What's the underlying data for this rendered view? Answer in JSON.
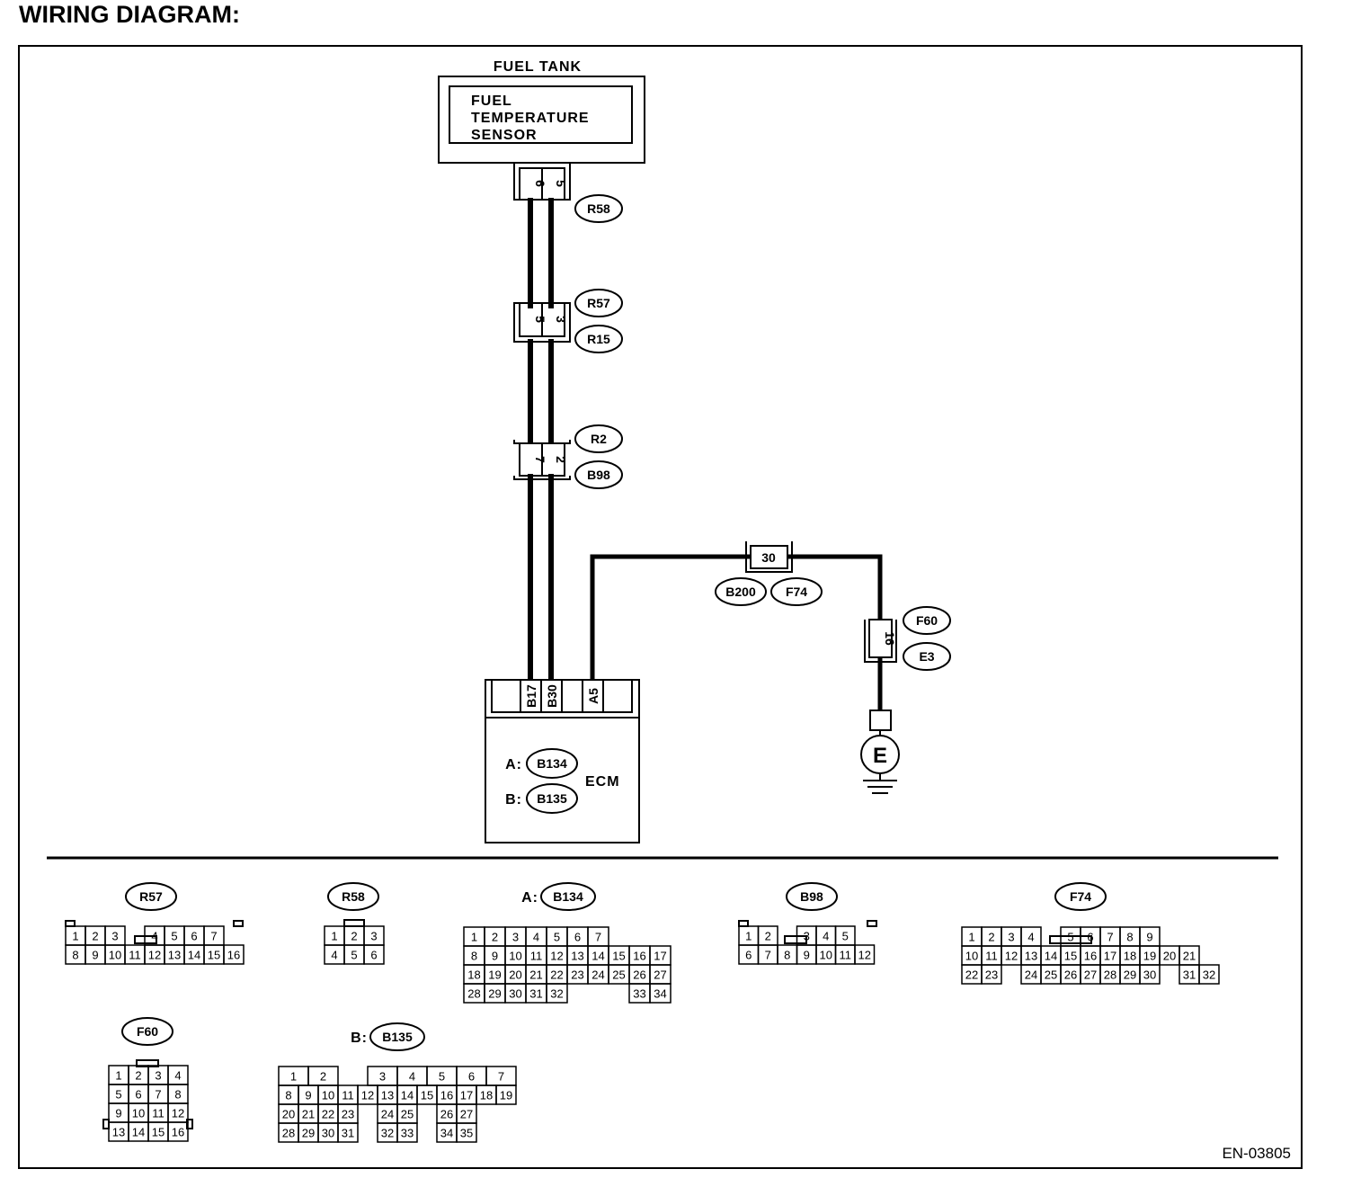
{
  "title": "WIRING DIAGRAM:",
  "figure_code": "EN-03805",
  "colors": {
    "line": "#000000",
    "background": "#ffffff"
  },
  "fuel_tank": {
    "label": "FUEL TANK",
    "sensor_lines": [
      "FUEL",
      "TEMPERATURE",
      "SENSOR"
    ]
  },
  "connectors": [
    {
      "pins": [
        "6",
        "5"
      ],
      "tags": [
        "R58"
      ]
    },
    {
      "pins": [
        "5",
        "3"
      ],
      "tags": [
        "R57",
        "R15"
      ]
    },
    {
      "pins": [
        "7",
        "2"
      ],
      "tags": [
        "R2",
        "B98"
      ]
    },
    {
      "pins": [
        "30"
      ],
      "tags": [
        "B200",
        "F74"
      ]
    },
    {
      "pins": [
        "16"
      ],
      "tags": [
        "F60",
        "E3"
      ]
    }
  ],
  "ecm": {
    "label": "ECM",
    "pins": [
      "B17",
      "B30",
      "A5"
    ],
    "connectors": [
      {
        "prefix": "A:",
        "tag": "B134"
      },
      {
        "prefix": "B:",
        "tag": "B135"
      }
    ]
  },
  "ground": {
    "label": "E"
  },
  "connector_faces": [
    {
      "id": "R57",
      "prefix": "",
      "rows": [
        [
          "1",
          "2",
          "3",
          "",
          "4",
          "5",
          "6",
          "7"
        ],
        [
          "8",
          "9",
          "10",
          "11",
          "12",
          "13",
          "14",
          "15",
          "16"
        ]
      ]
    },
    {
      "id": "R58",
      "prefix": "",
      "rows": [
        [
          "1",
          "2",
          "3"
        ],
        [
          "4",
          "5",
          "6"
        ]
      ]
    },
    {
      "id": "B134",
      "prefix": "A:",
      "rows": [
        [
          "1",
          "2",
          "3",
          "4",
          "5",
          "6",
          "7"
        ],
        [
          "8",
          "9",
          "10",
          "11",
          "12",
          "13",
          "14",
          "15",
          "16",
          "17"
        ],
        [
          "18",
          "19",
          "20",
          "21",
          "22",
          "23",
          "24",
          "25",
          "26",
          "27"
        ],
        [
          "28",
          "29",
          "30",
          "31",
          "32",
          "",
          "",
          "",
          "33",
          "34"
        ]
      ]
    },
    {
      "id": "B98",
      "prefix": "",
      "rows": [
        [
          "1",
          "2",
          "",
          "3",
          "4",
          "5"
        ],
        [
          "6",
          "7",
          "8",
          "9",
          "10",
          "11",
          "12"
        ]
      ]
    },
    {
      "id": "F74",
      "prefix": "",
      "rows": [
        [
          "1",
          "2",
          "3",
          "4",
          "",
          "5",
          "6",
          "7",
          "8",
          "9"
        ],
        [
          "10",
          "11",
          "12",
          "13",
          "14",
          "15",
          "16",
          "17",
          "18",
          "19",
          "20",
          "21"
        ],
        [
          "22",
          "23",
          "",
          "24",
          "25",
          "26",
          "27",
          "28",
          "29",
          "30",
          "",
          "31",
          "32"
        ]
      ]
    },
    {
      "id": "F60",
      "prefix": "",
      "rows": [
        [
          "1",
          "2",
          "3",
          "4"
        ],
        [
          "5",
          "6",
          "7",
          "8"
        ],
        [
          "9",
          "10",
          "11",
          "12"
        ],
        [
          "13",
          "14",
          "15",
          "16"
        ]
      ]
    },
    {
      "id": "B135",
      "prefix": "B:",
      "rows": [
        [
          "1",
          "2",
          "",
          "3",
          "4",
          "5",
          "6",
          "7"
        ],
        [
          "8",
          "9",
          "10",
          "11",
          "12",
          "13",
          "14",
          "15",
          "16",
          "17",
          "18",
          "19"
        ],
        [
          "20",
          "21",
          "22",
          "23",
          "",
          "24",
          "25",
          "",
          "26",
          "27"
        ],
        [
          "28",
          "29",
          "30",
          "31",
          "",
          "32",
          "33",
          "",
          "34",
          "35"
        ]
      ]
    }
  ]
}
